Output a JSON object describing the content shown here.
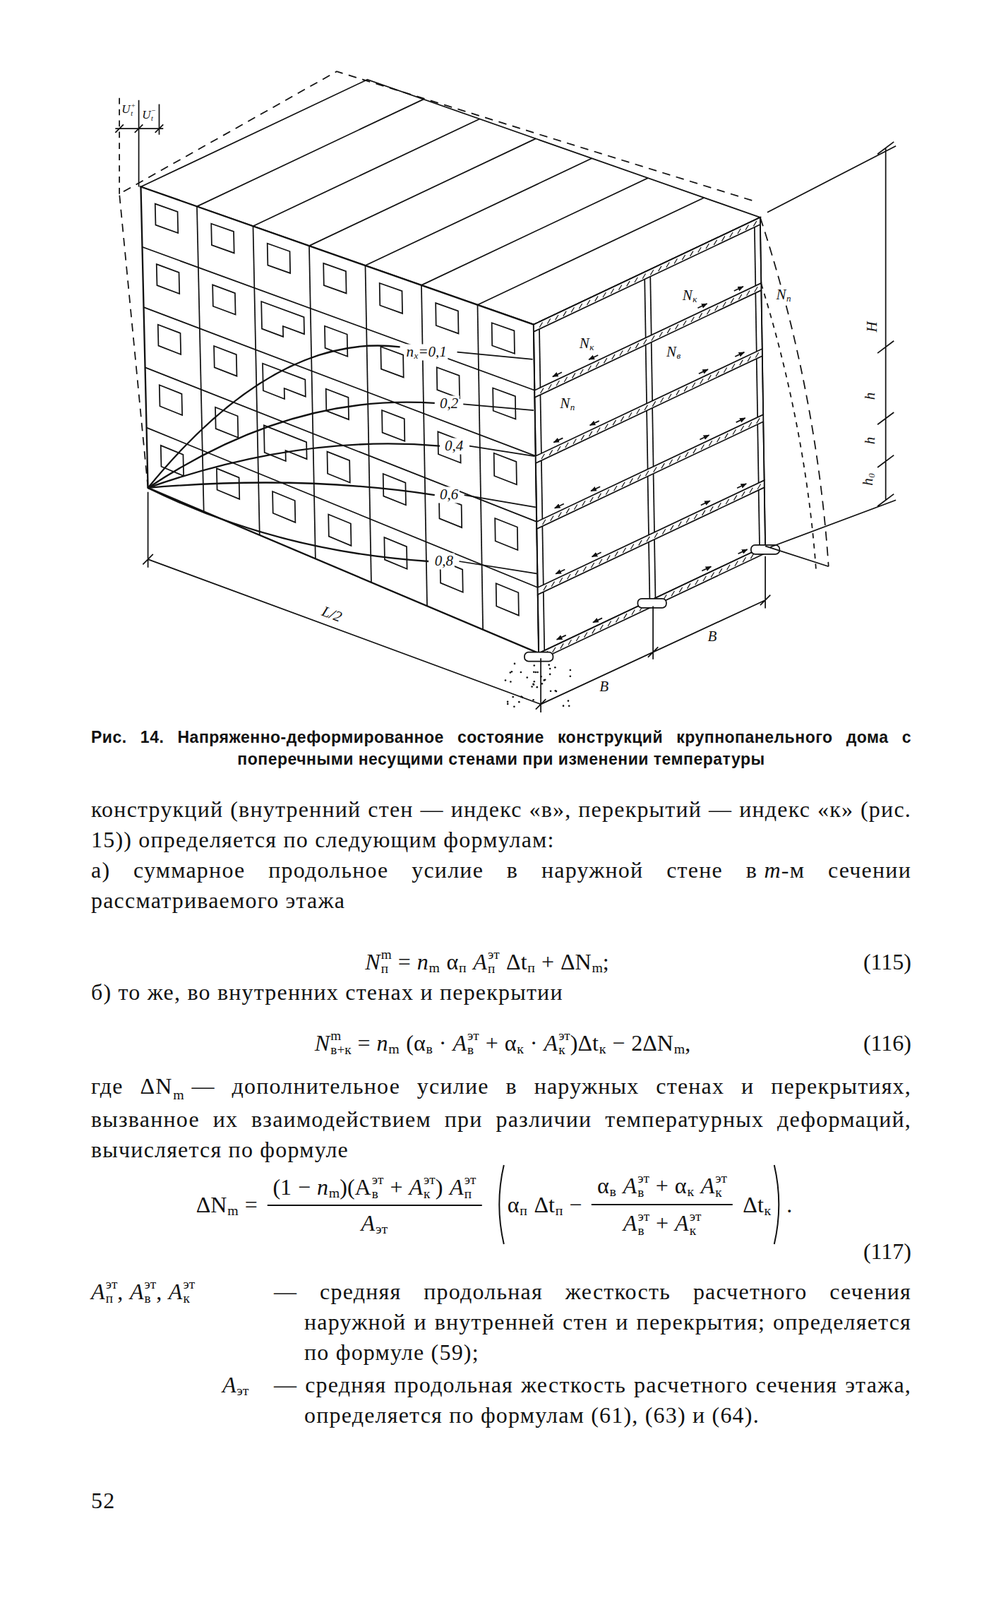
{
  "diagram": {
    "caption": "Рис. 14. Напряженно-деформированное состояние конструкций крупнопанельного дома с поперечными несущими стенами при изменении температуры",
    "labels": [
      "U",
      "+",
      "t",
      "U",
      "−",
      "t",
      "n",
      "x",
      "=0,1",
      "0,2",
      "0,4",
      "0,6",
      "0,8",
      "N",
      "к",
      "N",
      "п",
      "N",
      "к",
      "N",
      "в",
      "N",
      "п",
      "H",
      "h",
      "h",
      "h",
      "0",
      "L/2",
      "B",
      "B",
      "конструкций (внутренний стен — индекс «в», перекрытий — индекс «к» (рис. 15)) определяется по следующим формулам:",
      "а) суммарное продольное усилие в наружной стене в",
      "m",
      "-м сечении рассматриваемого этажа",
      "N",
      "m",
      "п",
      "=",
      "n",
      "m",
      "α",
      "п",
      "A",
      "эт",
      "п",
      "Δt",
      "п",
      "+",
      "ΔN",
      "m",
      ";",
      "(115)",
      "б) то же, во внутренних стенах и перекрытии",
      "N",
      "m",
      "в+к",
      "=",
      "n",
      "m",
      "(α",
      "в",
      "·",
      "A",
      "эт",
      "в",
      "+",
      "α",
      "к",
      "·",
      "A",
      "эт",
      "к",
      ")Δt",
      "к",
      "−",
      "2ΔN",
      "m",
      ",",
      "(116)",
      "где ΔN",
      "m",
      "— дополнительное усилие в наружных стенах и перекрытиях, вызванное их взаимодействием при различии температурных деформаций, вычисляется по формуле",
      "ΔN",
      "m",
      "=",
      "(1",
      "−",
      "n",
      "m",
      ")(A",
      "эт",
      "в",
      "+",
      "A",
      "эт",
      "к",
      ")",
      "A",
      "эт",
      "п",
      "A",
      "эт",
      "α",
      "п",
      "Δt",
      "п",
      "−",
      "α",
      "в",
      "A",
      "эт",
      "в",
      "+",
      "α",
      "к",
      "A",
      "эт",
      "к",
      "A",
      "эт",
      "в",
      "+",
      "A",
      "эт",
      "к",
      "Δt",
      "к",
      ".",
      "(117)",
      "A",
      "эт",
      "п",
      ",",
      "A",
      "эт",
      "в",
      ",",
      "A",
      "эт",
      "к",
      "— средняя продольная жесткость расчетного сечения наружной и внутренней стен и перекрытия; определяется по формуле (59);",
      "A",
      "эт",
      "— средняя продольная жесткость расчетного сечения этажа, определяется по формулам (61), (63) и (64).",
      "52"
    ]
  }
}
